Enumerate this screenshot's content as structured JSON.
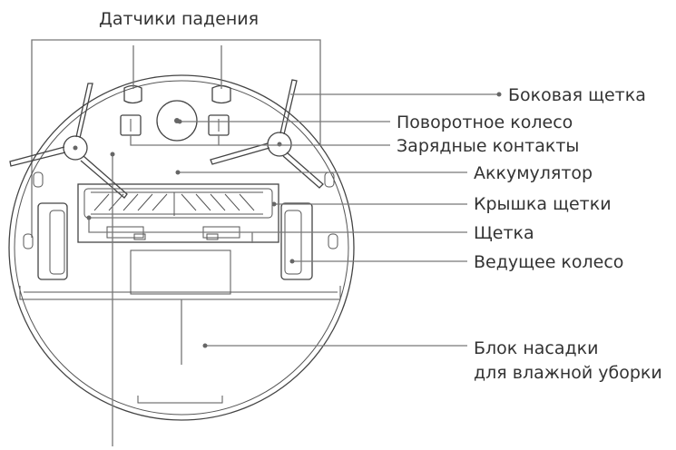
{
  "colors": {
    "line": "#777777",
    "outline": "#444444",
    "text": "#333333"
  },
  "labels": {
    "cliff_sensors": "Датчики падения",
    "side_brush": "Боковая щетка",
    "omni_wheel": "Поворотное колесо",
    "charging_contacts": "Зарядные контакты",
    "battery": "Аккумулятор",
    "brush_cover": "Крышка щетки",
    "main_brush": "Щетка",
    "drive_wheel": "Ведущее колесо",
    "mop_module_line1": "Блок насадки",
    "mop_module_line2": "для влажной уборки"
  }
}
